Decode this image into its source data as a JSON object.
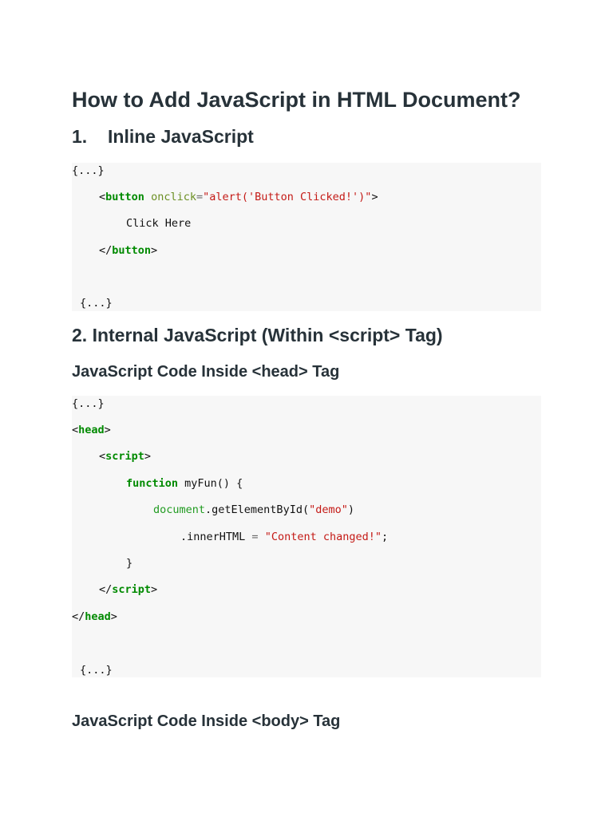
{
  "title": "How to Add JavaScript in HTML Document?",
  "inline_section": {
    "number": "1.",
    "heading": "Inline JavaScript",
    "code": {
      "ellipsis_open": "{...}",
      "ellipsis_close": "{...}",
      "button_tag": "button",
      "attr_name": "onclick",
      "attr_value": "\"alert('Button Clicked!')\"",
      "button_text": "Click Here"
    }
  },
  "internal_section": {
    "heading": "2. Internal JavaScript (Within <script> Tag)",
    "head_subheading": "JavaScript Code Inside <head> Tag",
    "code": {
      "ellipsis_open": "{...}",
      "ellipsis_close": "{...}",
      "head_tag": "head",
      "script_tag": "script",
      "function_keyword": "function",
      "function_signature": " myFun() {",
      "document_object": "document",
      "get_element_call": ".getElementById(",
      "demo_string": "\"demo\"",
      "close_paren": ")",
      "inner_html": ".innerHTML ",
      "equals": "=",
      "content_string": "\"Content changed!\"",
      "semicolon": ";",
      "close_brace": "}"
    },
    "body_subheading": "JavaScript Code Inside <body> Tag"
  }
}
